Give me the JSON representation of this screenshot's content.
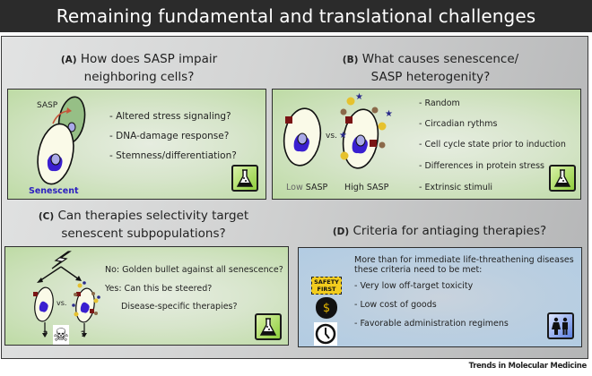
{
  "title": "Remaining fundamental and translational challenges",
  "panels": {
    "a": {
      "tag": "(A)",
      "title_line1": "How does SASP impair",
      "title_line2": "neighboring cells?",
      "sasp_label": "SASP",
      "cell_label": "Senescent",
      "items": [
        "- Altered stress signaling?",
        "- DNA-damage response?",
        "- Stemness/differentiation?"
      ],
      "icon": "flask-icon"
    },
    "b": {
      "tag": "(B)",
      "title_line1": "What causes senescence/",
      "title_line2": "SASP heterogenity?",
      "low_prefix": "Low",
      "low_suffix": "SASP",
      "vs": "vs.",
      "high_label": "High SASP",
      "items": [
        "- Random",
        "- Circadian rythms",
        "- Cell cycle state prior to induction",
        "- Differences in protein stress",
        "- Extrinsic stimuli"
      ],
      "icon": "flask-icon"
    },
    "c": {
      "tag": "(C)",
      "title_line1": "Can therapies selectivity target",
      "title_line2": "senescent subpopulations?",
      "vs": "vs.",
      "q_left": "?",
      "q_right": "?",
      "items": [
        "No:  Golden bullet against all senescence?",
        "Yes: Can this be steered?",
        "Disease-specific therapies?"
      ],
      "icon": "flask-icon"
    },
    "d": {
      "tag": "(D)",
      "title_line1": "Criteria for antiaging therapies?",
      "intro_line1": "More than for immediate life-threathening diseases",
      "intro_line2": "these criteria need to be met:",
      "safety_line1": "SAFETY",
      "safety_line2": "FIRST",
      "money_symbol": "$",
      "items": [
        "- Very low off-target toxicity",
        "- Low cost of goods",
        "- Favorable administration regimens"
      ],
      "icon": "people-icon"
    }
  },
  "footer": "Trends in Molecular Medicine",
  "colors": {
    "titlebar": "#2b2b2b",
    "green_box": "#cfe3bd",
    "blue_box": "#bccfe0",
    "nucleus": "#3a1fd0",
    "sasp_red": "#7a1515",
    "sasp_yellow": "#e6c22e",
    "sasp_brown": "#8b6a4a",
    "sasp_star": "#2a2a8a"
  }
}
